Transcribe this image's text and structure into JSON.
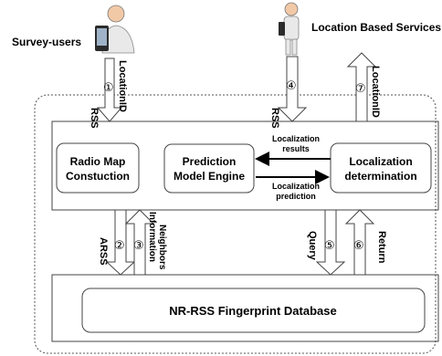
{
  "actors": {
    "survey_users": "Survey-users",
    "lbs": "Location Based Services"
  },
  "arrows": {
    "rss_up": "RSS",
    "locationid_up": "LocationID",
    "step1": "①",
    "rss_mid": "RSS",
    "step4": "④",
    "locationid_out": "LocationID",
    "step7": "⑦",
    "arss": "ARSS",
    "step2": "②",
    "neighbors": "Neighbors Information",
    "step3": "③",
    "query": "Query",
    "step5": "⑤",
    "return": "Return",
    "step6": "⑥"
  },
  "modules": {
    "radio_map": "Radio Map Constuction",
    "prediction": "Prediction Model Engine",
    "localization": "Localization determination",
    "loc_results": "Localization results",
    "loc_prediction": "Localization prediction"
  },
  "database": {
    "title": "NR-RSS Fingerprint Database"
  },
  "colors": {
    "stroke": "#444444",
    "person_fill": "#e9e9e9",
    "skin": "#f2c9a7",
    "phone": "#2b2b2b"
  },
  "icons": [
    "user-phone-icon",
    "user-mobile-icon"
  ]
}
